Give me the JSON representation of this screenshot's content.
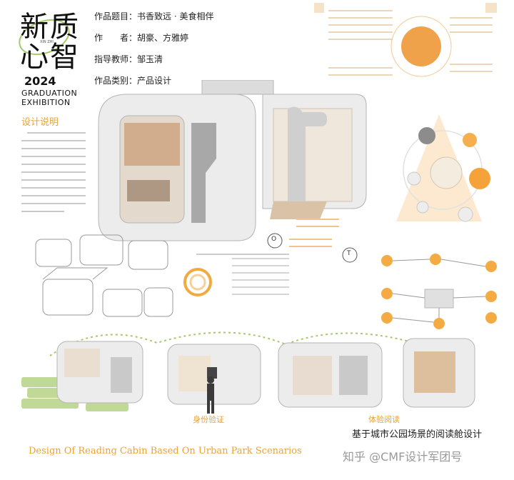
{
  "logo": {
    "char_xin": "新",
    "char_zhi": "质",
    "char_xin2": "心",
    "char_zhi2": "智",
    "pinyin": "XIN ZHI",
    "year": "2024",
    "grad_line1": "GRADUATION",
    "grad_line2": "EXHIBITION"
  },
  "meta": {
    "title": "作品题目：书香致远 · 美食相伴",
    "author": "作　　者：胡豪、方雅婷",
    "advisor": "指导教师：邹玉清",
    "category": "作品类别：产品设计"
  },
  "section": {
    "design_desc_heading": "设计说明"
  },
  "diagram": {
    "o_label": "O",
    "t_label": "T"
  },
  "captions": {
    "identity_check": "身份验证",
    "experience_reading": "体验阅读",
    "subtitle_cn": "基于城市公园场景的阅读舱设计",
    "title_en": "Design Of Reading Cabin Based On Urban Park Scenarios",
    "watermark": "知乎 @CMF设计军团号"
  },
  "colors": {
    "accent_orange": "#e8a33b",
    "accent_green": "#a7c96b",
    "text_dark": "#222222"
  }
}
